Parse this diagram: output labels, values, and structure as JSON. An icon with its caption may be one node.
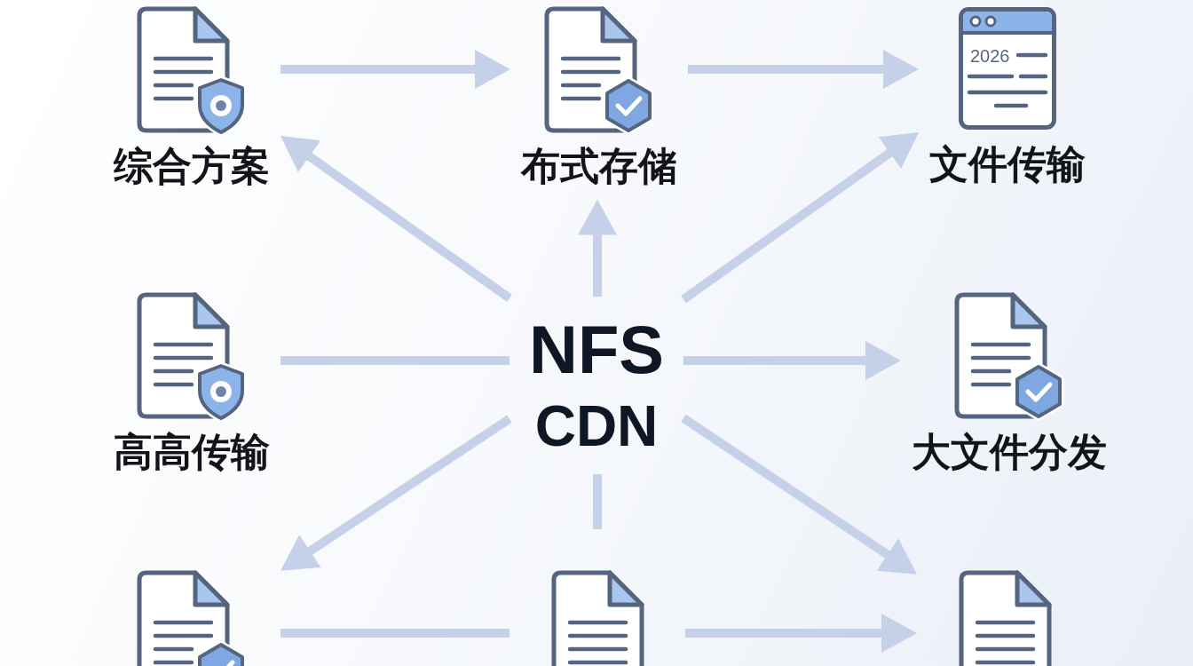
{
  "diagram": {
    "nodes": [
      {
        "text": [
          "综合方案"
        ]
      },
      {
        "text": [
          "布式存储"
        ]
      },
      {
        "text": [
          "2026",
          "文件传输"
        ]
      },
      {
        "text": [
          "高高传输"
        ]
      },
      {
        "text": [
          "NFS",
          "CDN"
        ]
      },
      {
        "text": [
          "大文件分发"
        ]
      },
      {
        "text": [],
        "shape": "picture"
      },
      {
        "text": [],
        "shape": "picture"
      },
      {
        "text": [],
        "shape": "picture"
      }
    ],
    "edges": [
      {
        "from": 0,
        "to": 1,
        "arrow": "to"
      },
      {
        "from": 1,
        "to": 2,
        "arrow": "to"
      },
      {
        "from": 4,
        "to": 0,
        "arrow": "to"
      },
      {
        "from": 4,
        "to": 1,
        "arrow": "to"
      },
      {
        "from": 4,
        "to": 2,
        "arrow": "to"
      },
      {
        "from": 3,
        "to": 4,
        "arrow": "none"
      },
      {
        "from": 4,
        "to": 5,
        "arrow": "to"
      },
      {
        "from": 4,
        "to": 6,
        "arrow": "to"
      },
      {
        "from": 4,
        "to": 7,
        "arrow": "none"
      },
      {
        "from": 4,
        "to": 8,
        "arrow": "to"
      },
      {
        "from": 6,
        "to": 7,
        "arrow": "none"
      },
      {
        "from": 7,
        "to": 8,
        "arrow": "to"
      }
    ]
  }
}
